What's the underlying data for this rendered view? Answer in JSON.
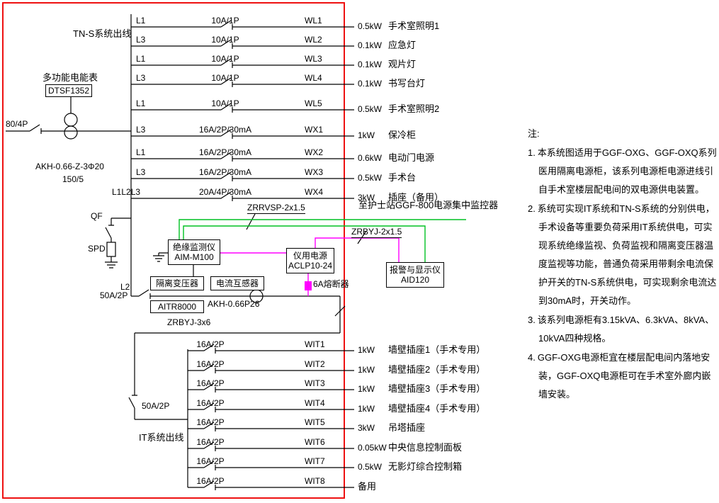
{
  "colors": {
    "frame": "#ee1111",
    "monitor": "#00c122",
    "signal": "#ff00ff"
  },
  "diagram": {
    "tns_label": "TN-S系统出线",
    "it_label": "IT系统出线",
    "meter": {
      "label": "多功能电能表",
      "model": "DTSF1352"
    },
    "incoming": {
      "rating": "80/4P"
    },
    "main_ct": {
      "model": "AKH-0.66-Z-3Φ20",
      "ratio": "150/5"
    },
    "qf_label": "QF",
    "spd_label": "SPD",
    "phase_l2": "L2",
    "tx_breaker": "50A/2P",
    "it_main_breaker": "50A/2P",
    "isolation_transformer": {
      "label": "隔离变压器",
      "model": "AITR8000"
    },
    "current_transformer": {
      "label": "电流互感器",
      "model": "AKH-0.66P26"
    },
    "fuse_label": "6A熔断器",
    "insulation_monitor": {
      "label": "绝缘监测仪",
      "model": "AIM-M100"
    },
    "instrument_power": {
      "label": "仪用电源",
      "model": "ACLP10-24"
    },
    "alarm_display": {
      "label": "报警与显示仪",
      "model": "AID120"
    },
    "cables": {
      "zrrvsp": "ZRRVSP-2x1.5",
      "zrbyj2": "ZRBYJ-2x1.5",
      "zrbyj3": "ZRBYJ-3x6"
    },
    "nurse_station_note": "至护士站GGF-800电源集中监控器",
    "tns_rows": [
      {
        "phase": "L1",
        "rating": "10A/1P",
        "code": "WL1",
        "kw": "0.5kW",
        "load": "手术室照明1"
      },
      {
        "phase": "L3",
        "rating": "10A/1P",
        "code": "WL2",
        "kw": "0.1kW",
        "load": "应急灯"
      },
      {
        "phase": "L1",
        "rating": "10A/1P",
        "code": "WL3",
        "kw": "0.1kW",
        "load": "观片灯"
      },
      {
        "phase": "L3",
        "rating": "10A/1P",
        "code": "WL4",
        "kw": "0.1kW",
        "load": "书写台灯"
      },
      {
        "phase": "L1",
        "rating": "10A/1P",
        "code": "WL5",
        "kw": "0.5kW",
        "load": "手术室照明2"
      },
      {
        "phase": "L3",
        "rating": "16A/2P/30mA",
        "code": "WX1",
        "kw": "1kW",
        "load": "保冷柜"
      },
      {
        "phase": "L1",
        "rating": "16A/2P/30mA",
        "code": "WX2",
        "kw": "0.6kW",
        "load": "电动门电源"
      },
      {
        "phase": "L3",
        "rating": "16A/2P/30mA",
        "code": "WX3",
        "kw": "0.5kW",
        "load": "手术台"
      },
      {
        "phase": "L1L2L3",
        "rating": "20A/4P/30mA",
        "code": "WX4",
        "kw": "3kW",
        "load": "插座（备用）"
      }
    ],
    "it_rows": [
      {
        "rating": "16A/2P",
        "code": "WIT1",
        "kw": "1kW",
        "load": "墙壁插座1（手术专用）"
      },
      {
        "rating": "16A/2P",
        "code": "WIT2",
        "kw": "1kW",
        "load": "墙壁插座2（手术专用）"
      },
      {
        "rating": "16A/2P",
        "code": "WIT3",
        "kw": "1kW",
        "load": "墙壁插座3（手术专用）"
      },
      {
        "rating": "16A/2P",
        "code": "WIT4",
        "kw": "1kW",
        "load": "墙壁插座4（手术专用）"
      },
      {
        "rating": "16A/2P",
        "code": "WIT5",
        "kw": "3kW",
        "load": "吊塔插座"
      },
      {
        "rating": "16A/2P",
        "code": "WIT6",
        "kw": "0.05kW",
        "load": "中央信息控制面板"
      },
      {
        "rating": "16A/2P",
        "code": "WIT7",
        "kw": "0.5kW",
        "load": "无影灯综合控制箱"
      },
      {
        "rating": "16A/2P",
        "code": "WIT8",
        "kw": "",
        "load": "备用"
      }
    ]
  },
  "notes": {
    "title": "注:",
    "items": [
      {
        "num": "1.",
        "text": "本系统图适用于GGF-OXG、GGF-OXQ系列医用隔离电源柜，该系列电源柜电源进线引自手术室楼层配电间的双电源供电装置。"
      },
      {
        "num": "2.",
        "text": "系统可实现IT系统和TN-S系统的分别供电，手术设备等重要负荷采用IT系统供电，可实现系统绝缘监视、负荷监视和隔离变压器温度监视等功能，普通负荷采用带剩余电流保护开关的TN-S系统供电，可实现剩余电流达到30mA时，开关动作。"
      },
      {
        "num": "3.",
        "text": "该系列电源柜有3.15kVA、6.3kVA、8kVA、10kVA四种规格。"
      },
      {
        "num": "4.",
        "text": "GGF-OXG电源柜宜在楼层配电间内落地安装，GGF-OXQ电源柜可在手术室外廊内嵌墙安装。"
      }
    ]
  }
}
